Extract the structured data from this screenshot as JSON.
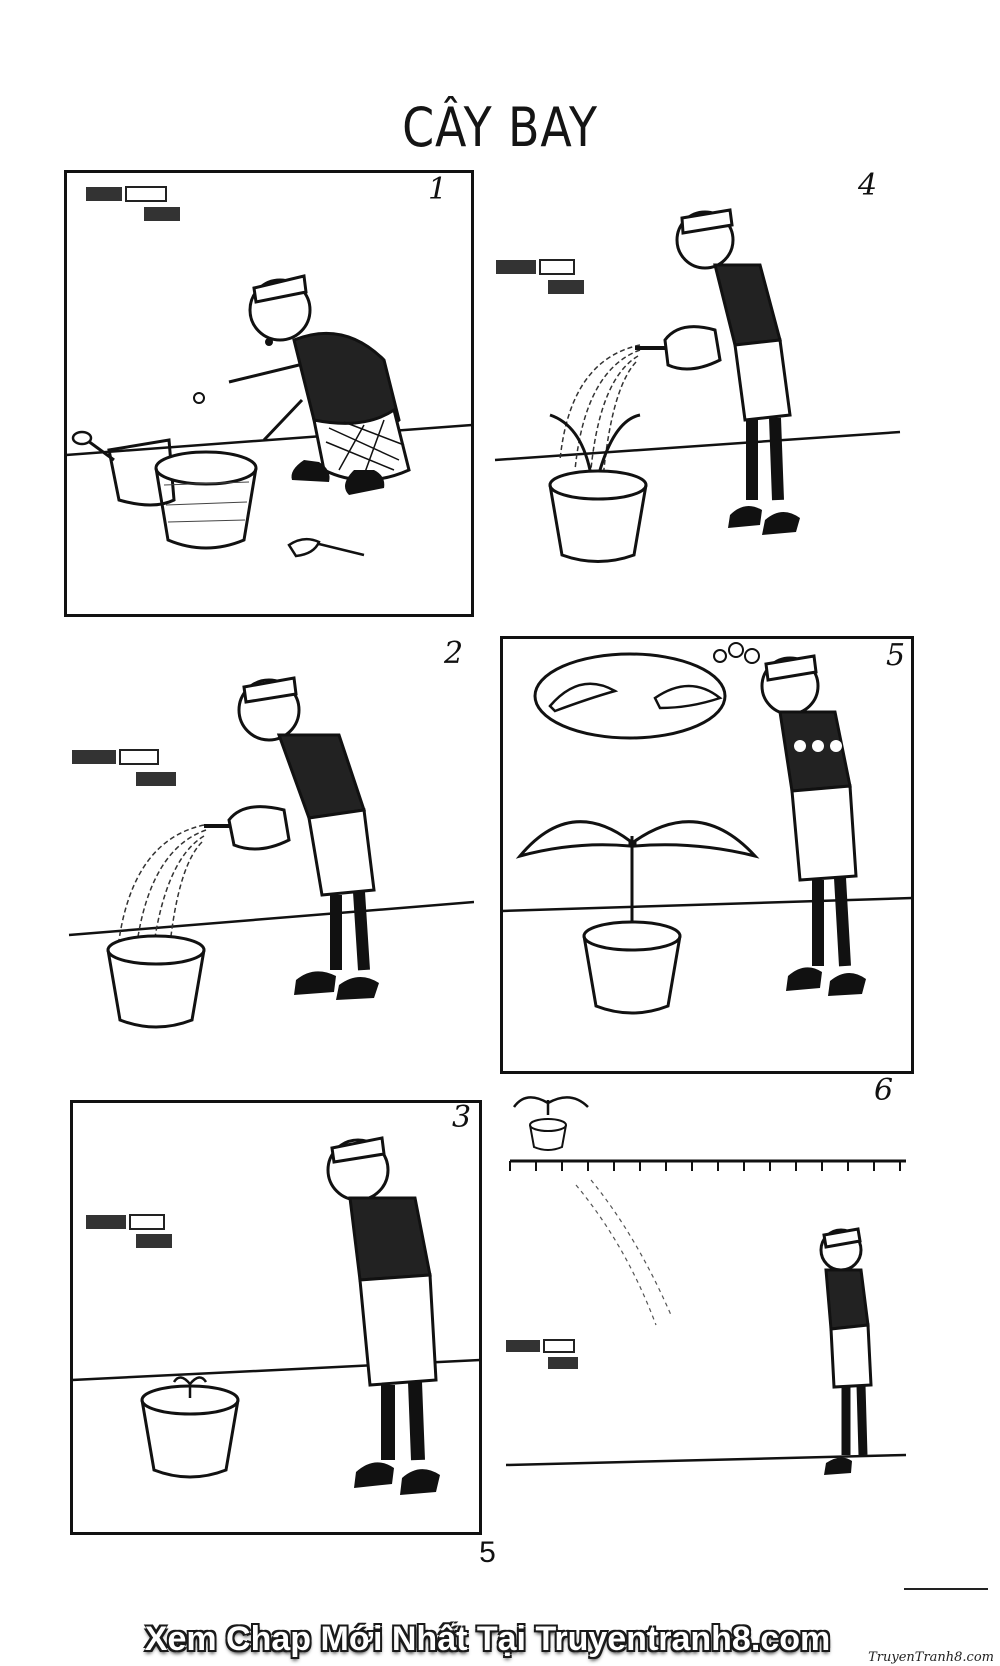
{
  "page": {
    "title": "CÂY BAY",
    "page_number": "5",
    "footer_banner": "Xem Chap Mới Nhất Tại Truyentranh8.com",
    "watermark": "TruyenTranh8.com"
  },
  "panels": [
    {
      "number": "1",
      "scene": "old-man-planting-seed",
      "framed": true
    },
    {
      "number": "2",
      "scene": "old-man-watering-pot",
      "framed": false
    },
    {
      "number": "3",
      "scene": "old-man-looking-at-sprout",
      "framed": true
    },
    {
      "number": "4",
      "scene": "old-man-watering-plant",
      "framed": false
    },
    {
      "number": "5",
      "scene": "old-man-imagining-wings",
      "framed": true
    },
    {
      "number": "6",
      "scene": "plant-flies-over-wall",
      "framed": false
    }
  ],
  "colors": {
    "ink": "#111111",
    "paper": "#ffffff",
    "banner_text": "#ffffff"
  }
}
